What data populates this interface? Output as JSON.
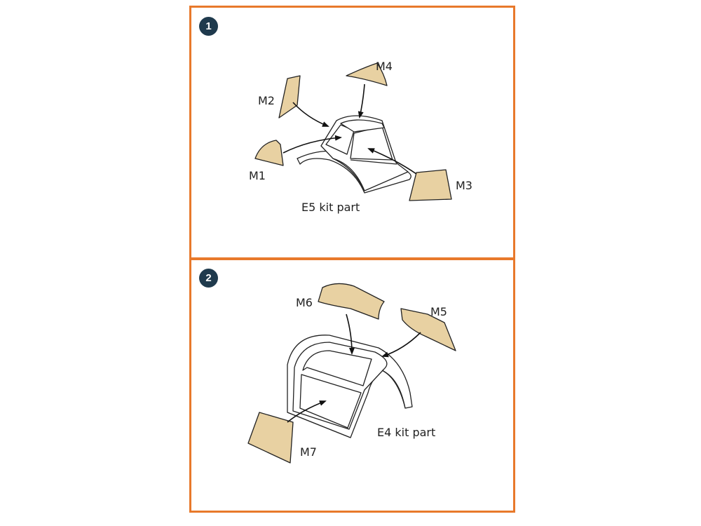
{
  "colors": {
    "frame": "#e8792b",
    "badge": "#1f3a4d",
    "mask": "#e8d1a2"
  },
  "steps": [
    {
      "number": "1",
      "kit_part_label": "E5 kit part",
      "masks": [
        "M1",
        "M2",
        "M3",
        "M4"
      ]
    },
    {
      "number": "2",
      "kit_part_label": "E4 kit part",
      "masks": [
        "M5",
        "M6",
        "M7"
      ]
    }
  ]
}
